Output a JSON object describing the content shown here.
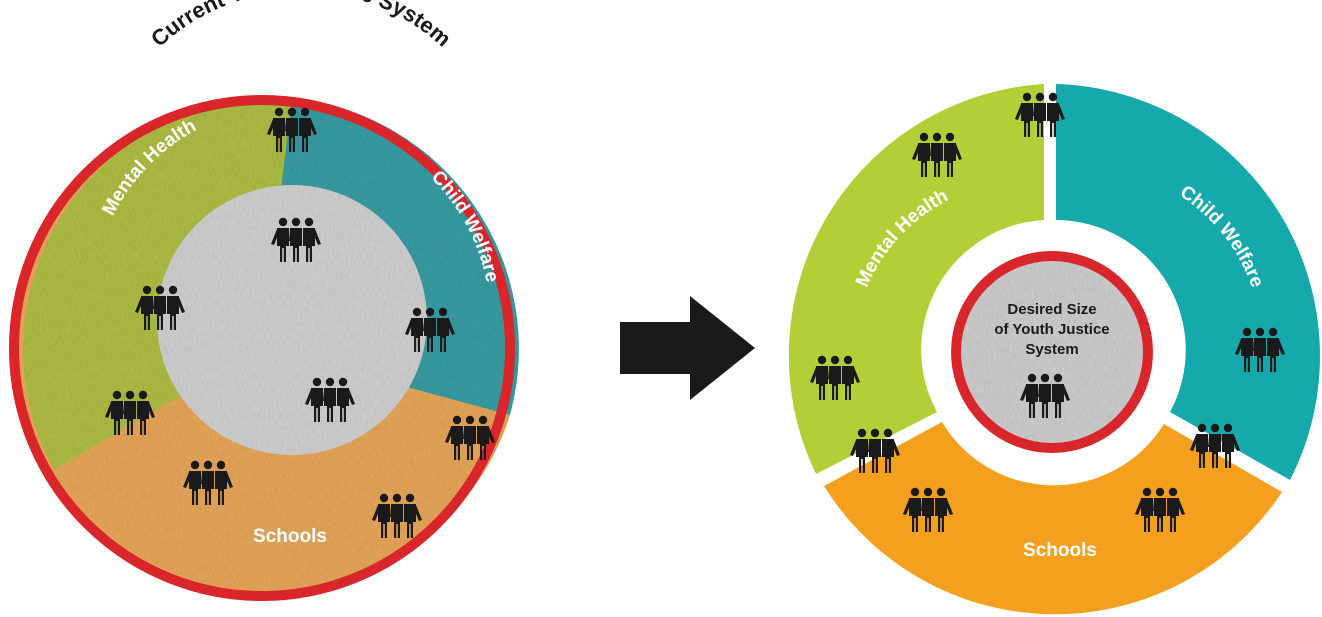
{
  "left_diagram": {
    "title": "Current Youth Justice System",
    "segments": {
      "mental_health": "Mental Health",
      "child_welfare": "Child Welfare",
      "schools": "Schools"
    }
  },
  "right_diagram": {
    "center_line1": "Desired Size",
    "center_line2": "of Youth Justice",
    "center_line3": "System",
    "segments": {
      "mental_health": "Mental Health",
      "child_welfare": "Child Welfare",
      "schools": "Schools"
    }
  },
  "arrow_icon": "right-arrow-icon",
  "people_icon": "people-group-icon",
  "colors": {
    "green": "#b5cf3a",
    "teal": "#15a9ab",
    "orange": "#f49f1e",
    "red_ring": "#d9262b",
    "gray_center": "#cfcfcf",
    "figure": "#1a1a1a"
  }
}
